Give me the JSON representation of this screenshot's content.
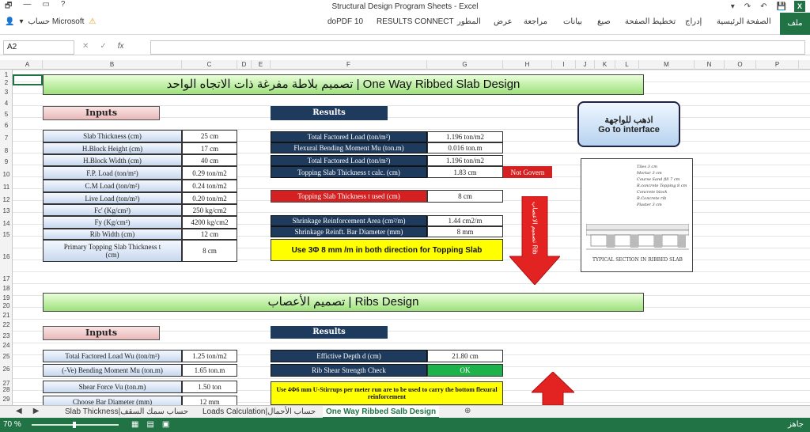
{
  "window": {
    "title": "Structural Design Program Sheets - Excel",
    "app_badge": "X"
  },
  "account": {
    "warning_icon": "warning-icon",
    "label": "حساب Microsoft"
  },
  "ribbon": {
    "file": "ملف",
    "tabs": [
      "الصفحة الرئيسية",
      "إدراج",
      "تخطيط الصفحة",
      "صيغ",
      "بيانات",
      "مراجعة",
      "عرض",
      "المطور",
      "RESULTS CONNECT",
      "doPDF 10"
    ]
  },
  "formula_bar": {
    "name_box": "A2",
    "fx": "fx",
    "cancel": "✕",
    "enter": "✓",
    "content": ""
  },
  "columns": [
    "A",
    "B",
    "C",
    "D",
    "E",
    "F",
    "G",
    "H",
    "I",
    "J",
    "K",
    "L",
    "M",
    "N",
    "O",
    "P"
  ],
  "rows": [
    "1",
    "2",
    "3",
    "4",
    "5",
    "6",
    "7",
    "8",
    "9",
    "10",
    "11",
    "12",
    "13",
    "14",
    "15",
    "16",
    "17",
    "18",
    "19",
    "20",
    "21",
    "22",
    "23",
    "24",
    "25",
    "26",
    "27",
    "28",
    "29"
  ],
  "slab": {
    "banner": "تصميم بلاطة مفرغة ذات الاتجاه الواحد | One Way Ribbed Slab Design",
    "inputs_header": "Inputs",
    "results_header": "Results",
    "inputs": [
      {
        "label": "Slab Thickness (cm)",
        "value": "25 cm"
      },
      {
        "label": "H.Block Height (cm)",
        "value": "17 cm"
      },
      {
        "label": "H.Block Width (cm)",
        "value": "40 cm"
      },
      {
        "label": "F.P. Load (ton/m²)",
        "value": "0.29 ton/m2"
      },
      {
        "label": "C.M Load (ton/m²)",
        "value": "0.24 ton/m2"
      },
      {
        "label": "Live Load (ton/m²)",
        "value": "0.20 ton/m2"
      },
      {
        "label": "Fc' (Kg/cm²)",
        "value": "250 kg/cm2"
      },
      {
        "label": "Fy (Kg/cm²)",
        "value": "4200 kg/cm2"
      },
      {
        "label": "Rib Width (cm)",
        "value": "12 cm"
      },
      {
        "label": "Primary Topping Slab Thickness t (cm)",
        "value": "8 cm"
      }
    ],
    "results": [
      {
        "label": "Total Factored Load (ton/m²)",
        "value": "1.196 ton/m2"
      },
      {
        "label": "Flexural Bending Moment Mu (ton.m)",
        "value": "0.016 ton.m"
      },
      {
        "label": "Total Factored Load (ton/m²)",
        "value": "1.196 ton/m2"
      },
      {
        "label": "Topping Slab Thickness t calc. (cm)",
        "value": "1.83 cm"
      }
    ],
    "not_govern": "Not Govern",
    "used_label": "Topping Slab Thickness t used (cm)",
    "used_value": "8 cm",
    "shrinkage": [
      {
        "label": "Shrinkage Reinforcement Area (cm²/m)",
        "value": "1.44 cm2/m"
      },
      {
        "label": "Shrinkage Reinft. Bar Diameter (mm)",
        "value": "8 mm"
      }
    ],
    "recommendation": "Use 3Φ 8 mm /m in both direction for Topping Slab",
    "goto_ar": "اذهب للواجهة",
    "goto_en": "Go to interface",
    "arrow_text": "تصميم الاعصاب Rib",
    "diagram_caption": "TYPICAL SECTION IN RIBBED SLAB",
    "diagram_layers": [
      "Tiles 3 cm",
      "Mortar 3 cm",
      "Course Sand fill 7 cm",
      "R.concrete Topping 8 cm",
      "Concrete block",
      "R.Concrete rib",
      "Plaster 3 cm"
    ]
  },
  "ribs": {
    "banner": "تصميم الأعصاب | Ribs Design",
    "inputs_header": "Inputs",
    "results_header": "Results",
    "inputs": [
      {
        "label": "Total Factored Load Wu (ton/m²)",
        "value": "1.25 ton/m2"
      },
      {
        "label": "(-Ve) Bending Moment Mu (ton.m)",
        "value": "1.65 ton.m"
      },
      {
        "label": "Shear Force Vu (ton.m)",
        "value": "1.50 ton"
      },
      {
        "label": "Choose Bar Diameter (mm)",
        "value": "12 mm"
      }
    ],
    "results": [
      {
        "label": "Effictive Depth d (cm)",
        "value": "21.80 cm"
      },
      {
        "label": "Rib Shear Strength Check",
        "value": "OK"
      }
    ],
    "recommendation": "Use 4Φ6 mm U-Stirrups per meter run are to be used to carry the bottom flexural reinforcement"
  },
  "sheet_tabs": [
    "Slab Thickness|حساب سمك السقف",
    "Loads Calculation|حساب الأحمال",
    "One Way Ribbed Salb Design"
  ],
  "status": {
    "ready": "جاهز",
    "zoom": "70 %"
  },
  "colors": {
    "excel_green": "#217346",
    "navy": "#1e3a5c",
    "red": "#d42020",
    "yellow": "#ffff00"
  }
}
